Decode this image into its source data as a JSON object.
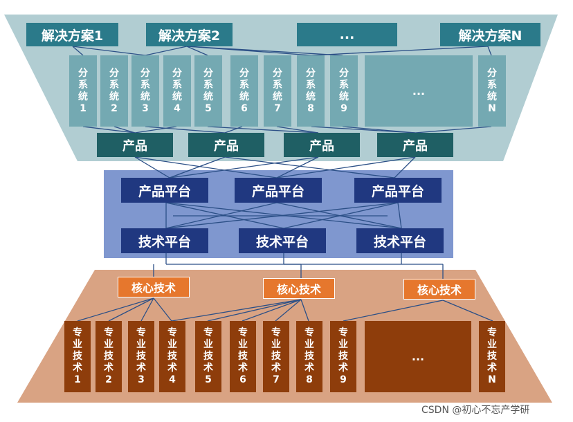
{
  "solutions": [
    "解决方案1",
    "解决方案2",
    "...",
    "解决方案N"
  ],
  "subsystems": [
    "分\n系\n统\n1",
    "分\n系\n统\n2",
    "分\n系\n统\n3",
    "分\n系\n统\n4",
    "分\n系\n统\n5",
    "分\n系\n统\n6",
    "分\n系\n统\n7",
    "分\n系\n统\n8",
    "分\n系\n统\n9",
    "...",
    "分\n系\n统\nN"
  ],
  "products": [
    "产品",
    "产品",
    "产品",
    "产品"
  ],
  "product_platforms": [
    "产品平台",
    "产品平台",
    "产品平台"
  ],
  "tech_platforms": [
    "技术平台",
    "技术平台",
    "技术平台"
  ],
  "core_techs": [
    "核心技术",
    "核心技术",
    "核心技术"
  ],
  "special_techs": [
    "专\n业\n技\n术\n1",
    "专\n业\n技\n术\n2",
    "专\n业\n技\n术\n3",
    "专\n业\n技\n术\n4",
    "专\n业\n技\n术\n5",
    "专\n业\n技\n术\n6",
    "专\n业\n技\n术\n7",
    "专\n业\n技\n术\n8",
    "专\n业\n技\n术\n9",
    "...",
    "专\n业\n技\n术\nN"
  ],
  "watermark": "CSDN @初心不忘产学研",
  "colors": {
    "top_panel": "#b1cdd2",
    "middle_panel": "#7f97cf",
    "bottom_panel": "#d9a383"
  }
}
